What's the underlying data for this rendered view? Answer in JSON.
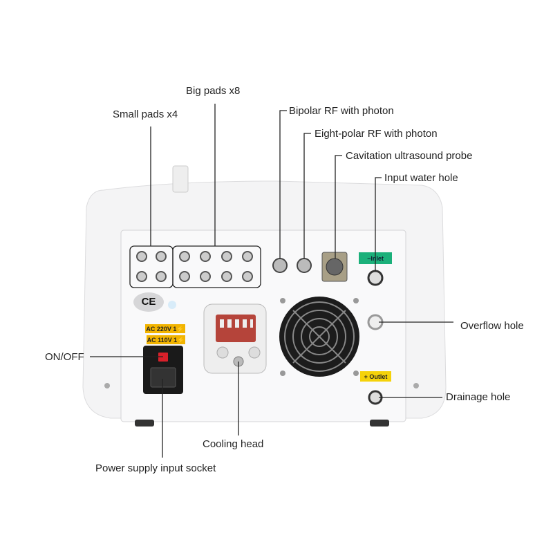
{
  "callouts": {
    "small_pads": "Small pads x4",
    "big_pads": "Big pads x8",
    "bipolar_rf": "Bipolar RF with photon",
    "eight_polar_rf": "Eight-polar RF with photon",
    "cavitation_probe": "Cavitation ultrasound probe",
    "input_water_hole": "Input water hole",
    "overflow_hole": "Overflow hole",
    "drainage_hole": "Drainage hole",
    "on_off": "ON/OFF",
    "power_socket": "Power supply input socket",
    "cooling_head": "Cooling head"
  },
  "device_labels": {
    "ce_mark": "CE",
    "voltage_220": "AC 220V 1⚡",
    "voltage_110": "AC 110V 1⚡",
    "inlet": "−Inlet",
    "outlet": "+ Outlet"
  },
  "colors": {
    "inlet_tag": "#1bb07a",
    "outlet_tag": "#f5d20a",
    "voltage_tag": "#f2b400",
    "switch": "#d8202a",
    "cooling_head": "#b5443a"
  }
}
